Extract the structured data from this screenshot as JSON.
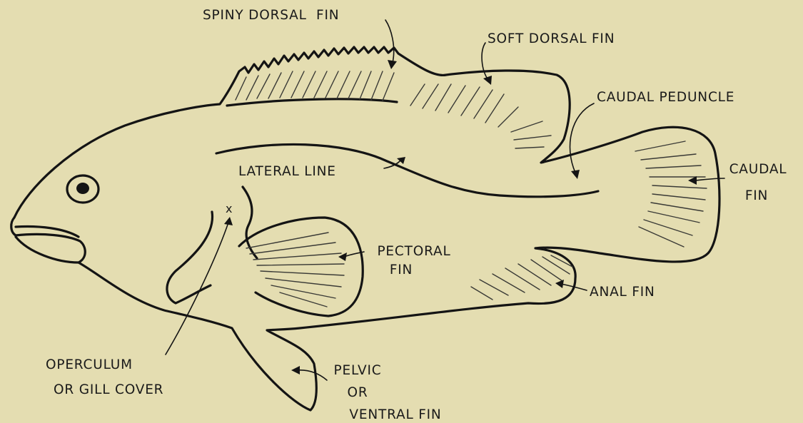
{
  "labels": {
    "spiny_dorsal_fin": "SPINY DORSAL  FIN",
    "soft_dorsal_fin": "SOFT DORSAL FIN",
    "caudal_peduncle": "CAUDAL PEDUNCLE",
    "caudal_fin_line1": "CAUDAL",
    "caudal_fin_line2": "FIN",
    "lateral_line": "LATERAL LINE",
    "pectoral_fin_line1": "PECTORAL",
    "pectoral_fin_line2": "FIN",
    "anal_fin": "ANAL FIN",
    "operculum_line1": "OPERCULUM",
    "operculum_line2": "OR GILL COVER",
    "pelvic_line1": "PELVIC",
    "pelvic_line2": "OR",
    "pelvic_line3": "VENTRAL FIN",
    "operculum_mark": "x"
  },
  "colors": {
    "paper": "#e4ddb1",
    "ink": "#141414"
  }
}
